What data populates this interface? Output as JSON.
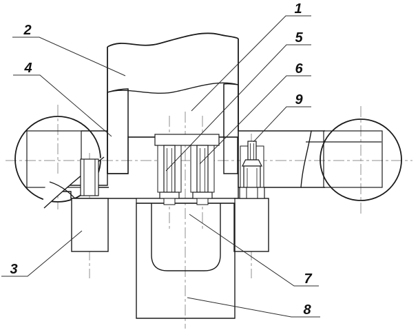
{
  "figure": {
    "type": "technical-sectional-drawing",
    "description_visible": ""
  },
  "callouts": [
    {
      "number": "1"
    },
    {
      "number": "2"
    },
    {
      "number": "3"
    },
    {
      "number": "4"
    },
    {
      "number": "5"
    },
    {
      "number": "6"
    },
    {
      "number": "7"
    },
    {
      "number": "8"
    },
    {
      "number": "9"
    }
  ],
  "colors": {
    "line": "#1a1a1a",
    "centerline": "#8f8f8f",
    "leader": "#2b2b2b",
    "background": "#ffffff"
  }
}
